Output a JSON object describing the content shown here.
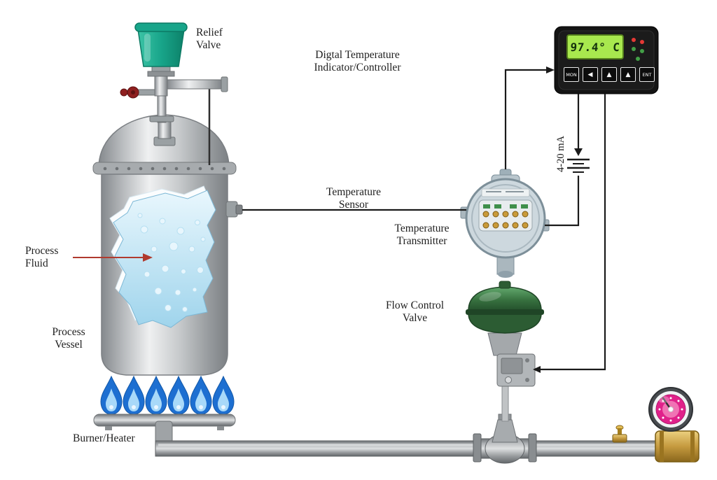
{
  "diagram": {
    "labels": {
      "relief_valve": "Relief Valve",
      "controller": "Digtal Temperature Indicator/Controller",
      "temperature_sensor": "Temperature Sensor",
      "temperature_transmitter": "Temperature Transmitter",
      "process_fluid": "Process Fluid",
      "process_vessel": "Process Vessel",
      "flow_control_valve": "Flow Control Valve",
      "burner_heater": "Burner/Heater",
      "signal_range": "4-20 mA"
    },
    "controller": {
      "display_value": "97.4° C",
      "buttons": [
        "MON",
        "◀",
        "▲",
        "▲",
        "ENT"
      ]
    },
    "colors": {
      "relief_valve_cap": "#18a58a",
      "flame_blue": "#1d6fd1",
      "process_fluid_blue": "#bde3f5",
      "lcd_green": "#a8e84e",
      "actuator_green": "#3e7d46",
      "gauge_face_pink": "#e0218a",
      "brass": "#c59a3f",
      "wire_black": "#1a1a1a",
      "arrow_red": "#b03a2e"
    }
  }
}
